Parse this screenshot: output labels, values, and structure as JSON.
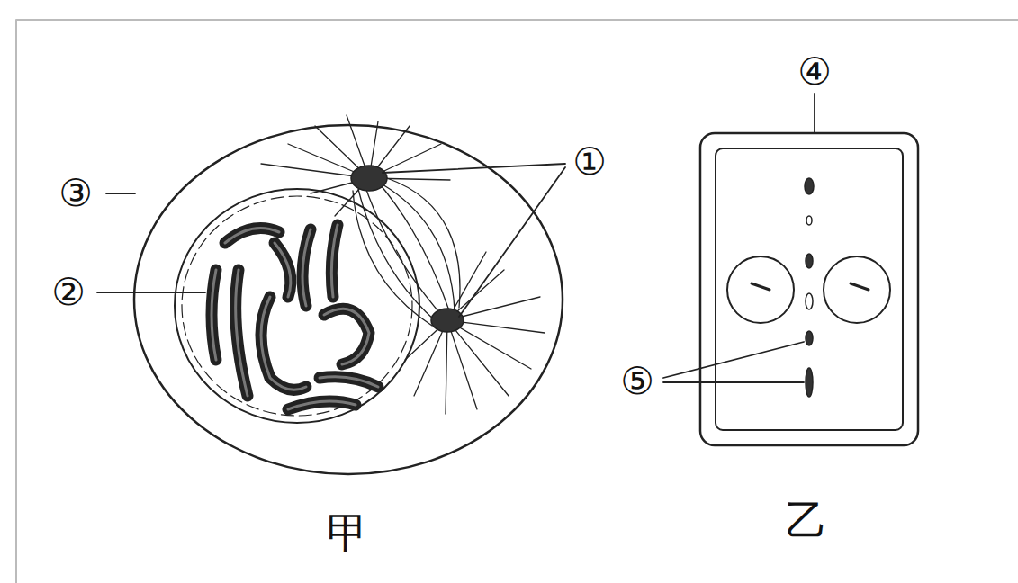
{
  "diagram": {
    "labels": [
      "④",
      "①",
      "③",
      "②",
      "⑤",
      "甲",
      "乙"
    ]
  }
}
